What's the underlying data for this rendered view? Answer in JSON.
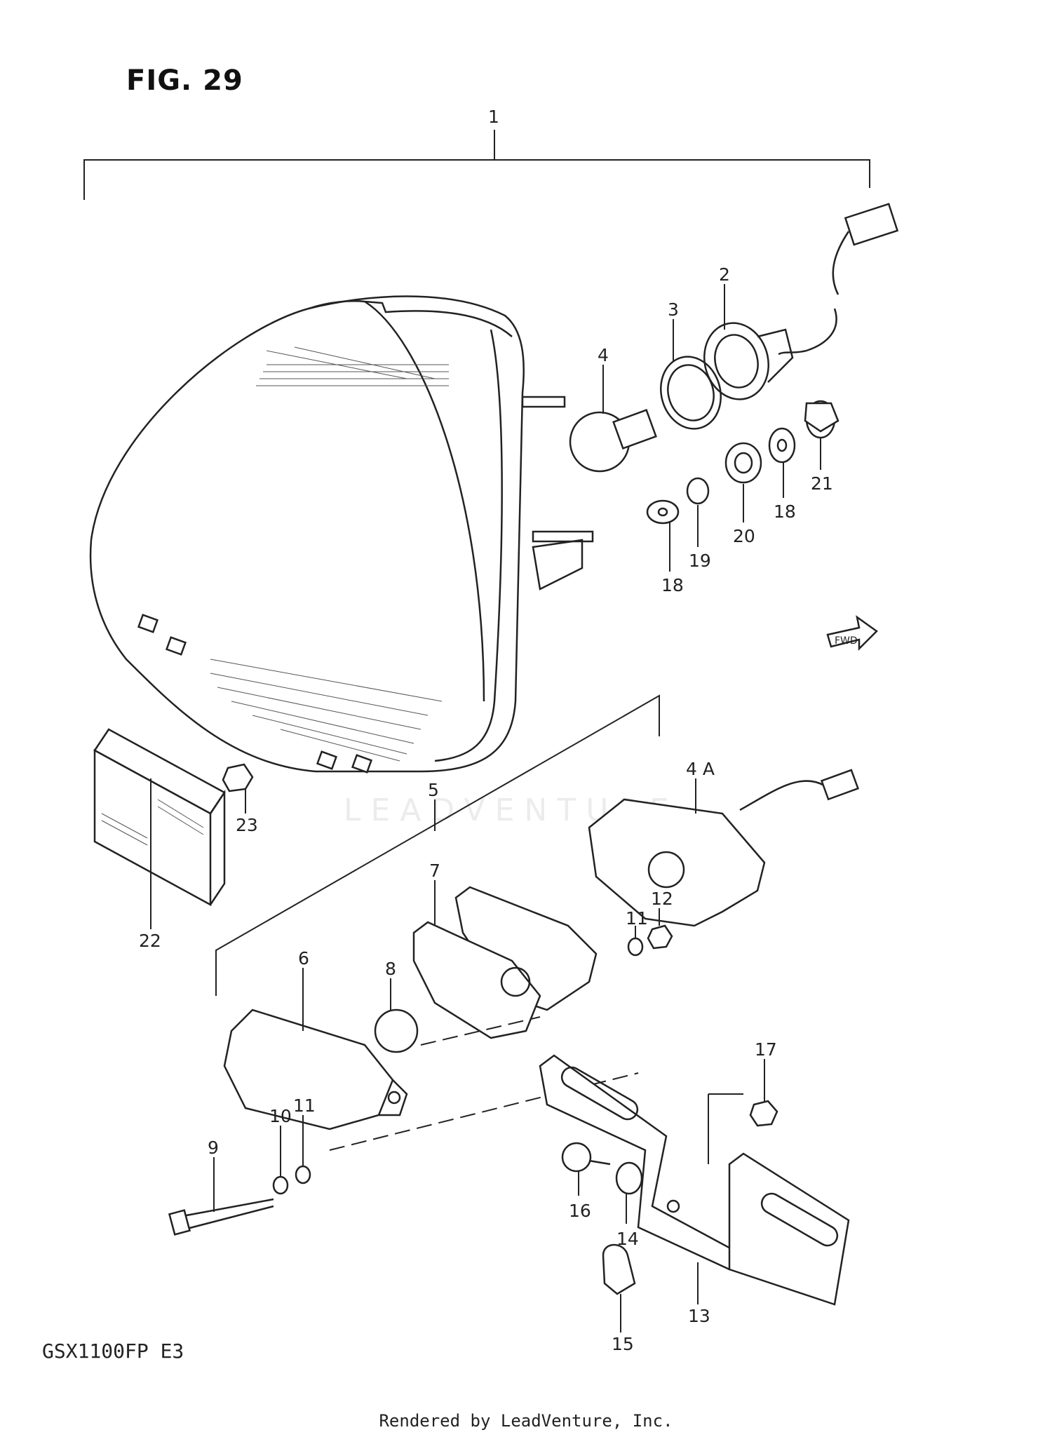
{
  "figure": {
    "title": "FIG. 29",
    "model_code": "GSX1100FP  E3",
    "footer": "Rendered by LeadVenture, Inc.",
    "watermark": "LEADVENTURE",
    "fwd_label": "FWD"
  },
  "callouts": [
    "1",
    "2",
    "3",
    "4",
    "18",
    "19",
    "20",
    "18",
    "21",
    "5",
    "4 A",
    "23",
    "22",
    "7",
    "11",
    "12",
    "6",
    "8",
    "17",
    "10",
    "11",
    "9",
    "16",
    "14",
    "13",
    "15"
  ]
}
